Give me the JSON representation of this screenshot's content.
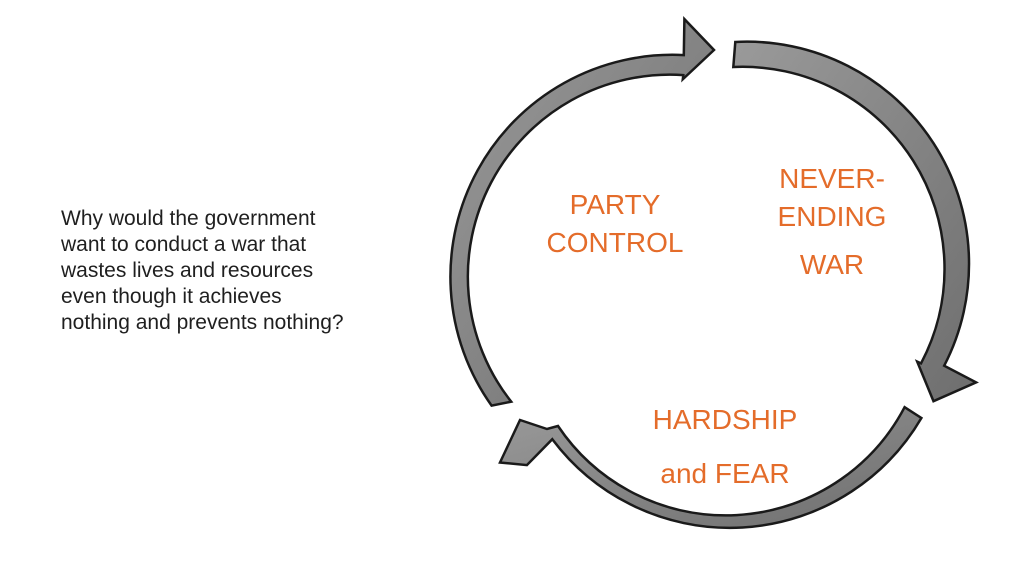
{
  "question": {
    "lines": [
      "Why would the government",
      "want to conduct a war that",
      "wastes lives and resources",
      "even though it achieves",
      "nothing and prevents nothing?"
    ]
  },
  "cycle": {
    "arrow_fill": "#8a8a8a",
    "arrow_stroke": "#1a1a1a",
    "label_color": "#e46c2a",
    "labels": {
      "party_control": [
        "PARTY",
        "CONTROL"
      ],
      "never_ending_war": [
        "NEVER-",
        "ENDING",
        "WAR"
      ],
      "hardship_fear": [
        "HARDSHIP",
        "and FEAR"
      ]
    }
  }
}
